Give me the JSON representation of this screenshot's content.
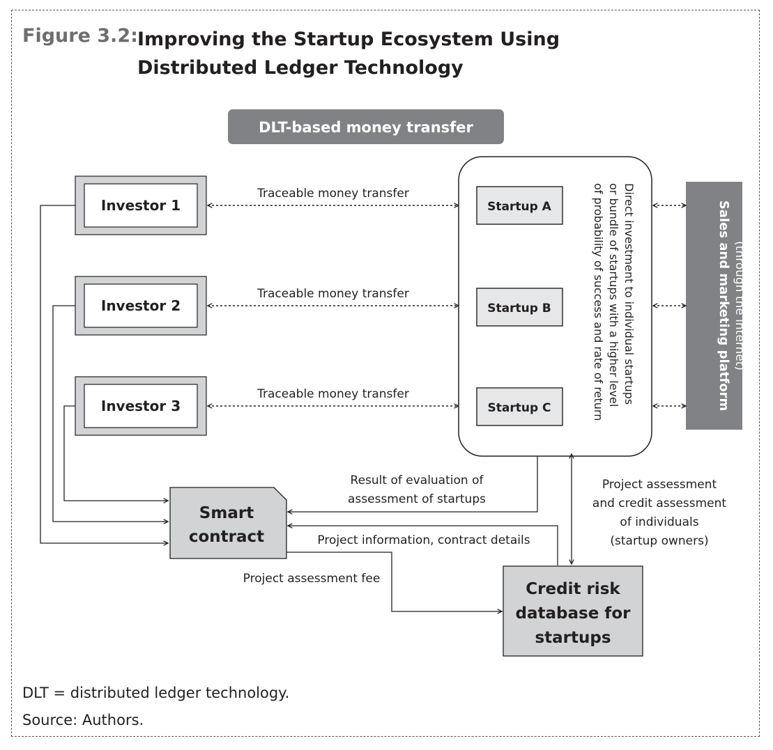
{
  "figure": {
    "label": "Figure 3.2:",
    "title_line1": "Improving the Startup Ecosystem Using",
    "title_line2": "Distributed Ledger Technology"
  },
  "banner": "DLT-based money transfer",
  "investors": [
    "Investor 1",
    "Investor 2",
    "Investor 3"
  ],
  "startups": [
    "Startup A",
    "Startup B",
    "Startup C"
  ],
  "transfer_label": "Traceable money transfer",
  "investment_note": [
    "Direct investment to individual startups",
    "or bundle of startups with a higher level",
    "of probability of success and rate of return"
  ],
  "sales_platform": [
    "Sales and marketing platform",
    "(through the internet)"
  ],
  "smart_contract": [
    "Smart",
    "contract"
  ],
  "credit_db": [
    "Credit risk",
    "database for",
    "startups"
  ],
  "edge_labels": {
    "evaluation": [
      "Result of evaluation of",
      "assessment of startups"
    ],
    "project_info": "Project information, contract details",
    "assessment_fee": "Project assessment fee",
    "credit_assessment": [
      "Project assessment",
      "and credit assessment",
      "of individuals",
      "(startup owners)"
    ]
  },
  "footnotes": {
    "abbrev": "DLT = distributed ledger technology.",
    "source": "Source: Authors."
  }
}
